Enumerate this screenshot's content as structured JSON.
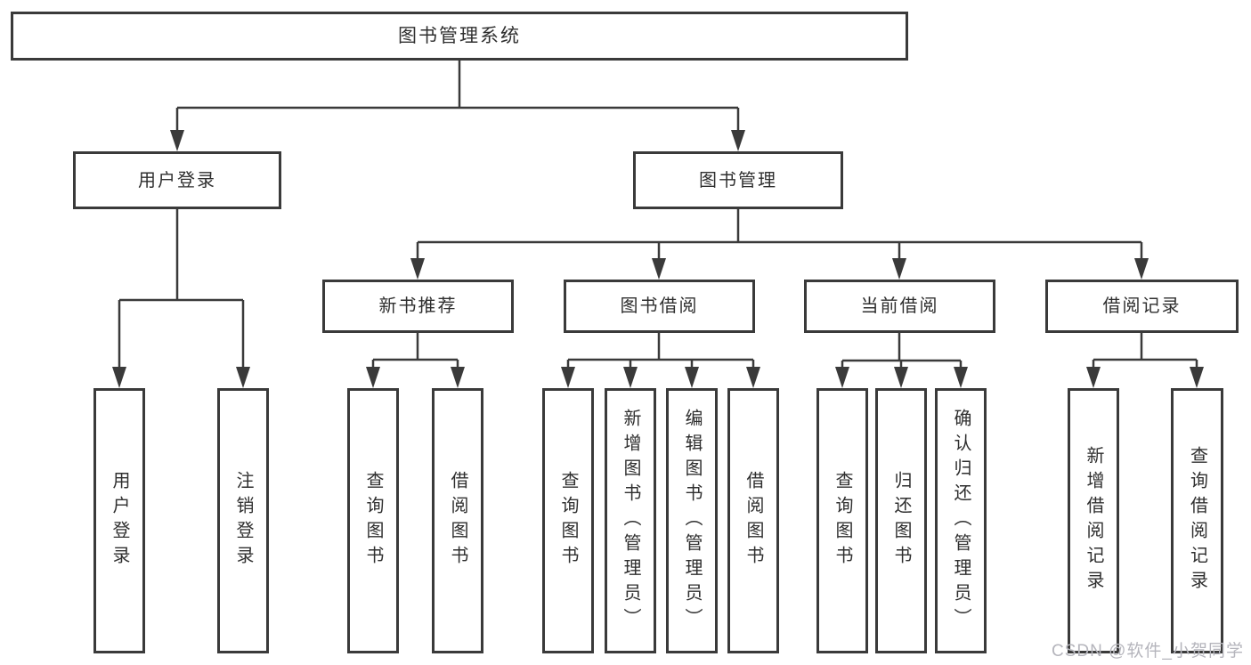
{
  "diagram": {
    "tree": {
      "label": "图书管理系统",
      "children": [
        {
          "label": "用户登录",
          "children": [
            {
              "label": "用户登录"
            },
            {
              "label": "注销登录"
            }
          ]
        },
        {
          "label": "图书管理",
          "children": [
            {
              "label": "新书推荐",
              "children": [
                {
                  "label": "查询图书"
                },
                {
                  "label": "借阅图书"
                }
              ]
            },
            {
              "label": "图书借阅",
              "children": [
                {
                  "label": "查询图书"
                },
                {
                  "label": "新增图书（管理员）"
                },
                {
                  "label": "编辑图书（管理员）"
                },
                {
                  "label": "借阅图书"
                }
              ]
            },
            {
              "label": "当前借阅",
              "children": [
                {
                  "label": "查询图书"
                },
                {
                  "label": "归还图书"
                },
                {
                  "label": "确认归还（管理员）"
                }
              ]
            },
            {
              "label": "借阅记录",
              "children": [
                {
                  "label": "新增借阅记录"
                },
                {
                  "label": "查询借阅记录"
                }
              ]
            }
          ]
        }
      ]
    }
  },
  "watermark": {
    "text": "CSDN @软件_小贺同学"
  },
  "colors": {
    "background": "#ffffff",
    "line": "#3a3a3a",
    "box_border": "#3a3a3a",
    "text": "#2f2f2f",
    "watermark": "#b5b5bc"
  }
}
